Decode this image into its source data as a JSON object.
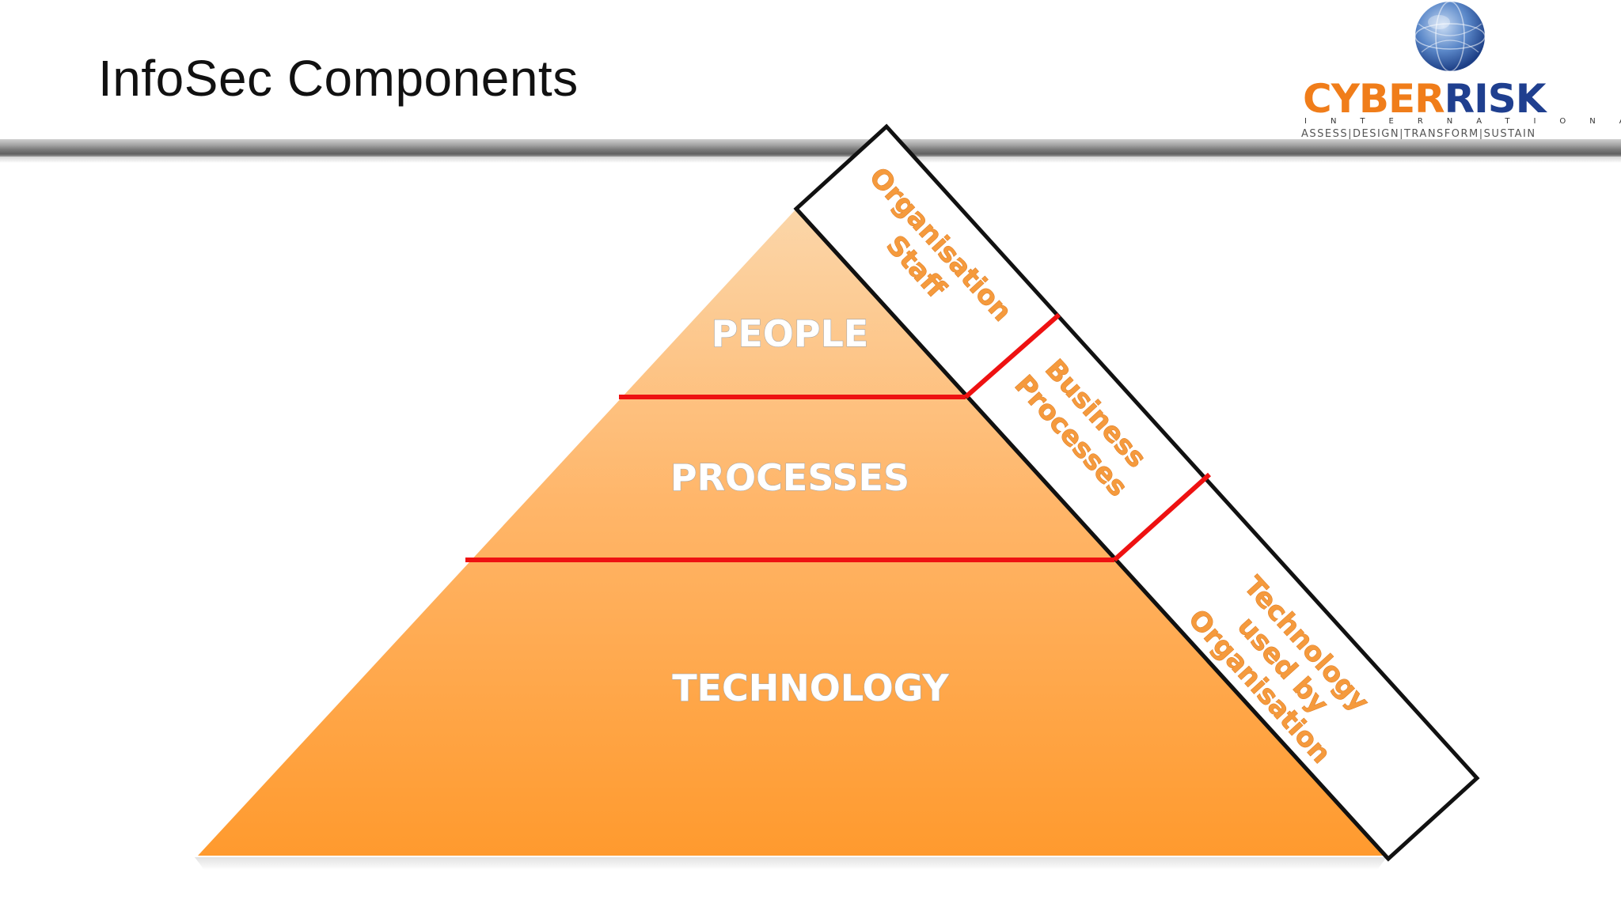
{
  "slide": {
    "title": "InfoSec Components"
  },
  "logo": {
    "name_part1": "CYBER",
    "name_part2": "RISK",
    "subtitle": "INTERNATIONAL",
    "tagline": "ASSESS|DESIGN|TRANSFORM|SUSTAIN",
    "colors": {
      "orange": "#f07d1a",
      "blue": "#1f3f8f"
    }
  },
  "pyramid": {
    "layers": [
      {
        "label": "PEOPLE"
      },
      {
        "label": "PROCESSES"
      },
      {
        "label": "TECHNOLOGY"
      }
    ],
    "side_labels": [
      {
        "lines": [
          "Organisation",
          "Staff"
        ]
      },
      {
        "lines": [
          "Business",
          "Processes"
        ]
      },
      {
        "lines": [
          "Technology",
          "used by",
          "Organisation"
        ]
      }
    ],
    "colors": {
      "fill_top": "#fbd6a9",
      "fill_bottom": "#ff9a2e",
      "divider": "#ee1111",
      "outline": "#111111"
    }
  }
}
